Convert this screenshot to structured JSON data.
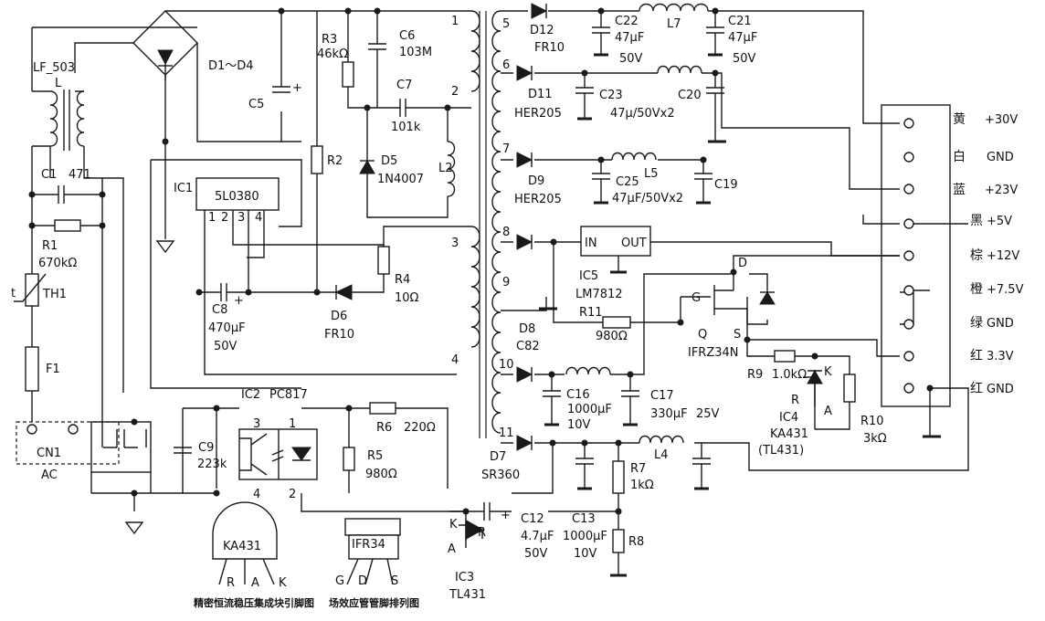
{
  "components": {
    "lf503": "LF_503",
    "lf503_coil": "L",
    "bridge": "D1～D4",
    "c5": "C5",
    "r3": "R3",
    "r3_val": "46kΩ",
    "c6": "C6",
    "c6_val": "103M",
    "c7": "C7",
    "c7_val": "101k",
    "r2": "R2",
    "d5": "D5",
    "d5_val": "1N4007",
    "l2": "L2",
    "ic1": "IC1",
    "ic1_part": "5L0380",
    "ic1_pins": [
      "1",
      "2",
      "3",
      "4"
    ],
    "c1": "C1",
    "c1_val": "471",
    "r1": "R1",
    "r1_val": "670kΩ",
    "th1_t": "t",
    "th1": "TH1",
    "f1": "F1",
    "cn1": "CN1",
    "ac": "AC",
    "c8": "C8",
    "c8_val": "470μF",
    "c8_volt": "50V",
    "d6": "D6",
    "d6_val": "FR10",
    "r4": "R4",
    "r4_val": "10Ω",
    "ic2": "IC2",
    "ic2_part": "PC817",
    "ic2_pin3": "3",
    "ic2_pin1": "1",
    "ic2_pin4": "4",
    "ic2_pin2": "2",
    "c9": "C9",
    "c9_val": "223k",
    "r6": "R6",
    "r6_val": "220Ω",
    "r5": "R5",
    "r5_val": "980Ω",
    "d12": "D12",
    "d12_val": "FR10",
    "c22": "C22",
    "c22_val": "47μF",
    "c22_volt": "50V",
    "l7": "L7",
    "c21": "C21",
    "c21_val": "47μF",
    "c21_volt": "50V",
    "d11": "D11",
    "d11_val": "HER205",
    "c23": "C23",
    "c23_val": "47μ/50Vx2",
    "c20": "C20",
    "d9": "D9",
    "d9_val": "HER205",
    "c25": "C25",
    "c25_val": "47μF/50Vx2",
    "l5": "L5",
    "c19": "C19",
    "ic5": "IC5",
    "ic5_part": "LM7812",
    "ic5_in": "IN",
    "ic5_out": "OUT",
    "r11": "R11",
    "r11_val": "980Ω",
    "d8": "D8",
    "d8_val": "C82",
    "q_d": "D",
    "q_g": "G",
    "q_s": "S",
    "q": "Q",
    "q_part": "IFRZ34N",
    "r9": "R9",
    "r9_val": "1.0kΩ",
    "ic4_k": "K",
    "ic4_r": "R",
    "ic4_a": "A",
    "ic4": "IC4",
    "ic4_part": "KA431",
    "ic4_alt": "(TL431)",
    "r10": "R10",
    "r10_val": "3kΩ",
    "c16": "C16",
    "c16_val": "1000μF",
    "c16_volt": "10V",
    "c17": "C17",
    "c17_val": "330μF",
    "c17_volt": "25V",
    "d7": "D7",
    "d7_val": "SR360",
    "l4": "L4",
    "r7": "R7",
    "r7_val": "1kΩ",
    "c12": "C12",
    "c12_val": "4.7μF",
    "c12_volt": "50V",
    "c13": "C13",
    "c13_val": "1000μF",
    "c13_volt": "10V",
    "r8": "R8",
    "ic3_k": "K",
    "ic3_r": "R",
    "ic3_a": "A",
    "ic3": "IC3",
    "ic3_part": "TL431",
    "plus": "+"
  },
  "transformer_pins": [
    "1",
    "2",
    "3",
    "4",
    "5",
    "6",
    "7",
    "8",
    "9",
    "10",
    "11"
  ],
  "connector": [
    {
      "color": "黄",
      "signal": "+30V"
    },
    {
      "color": "白",
      "signal": "GND"
    },
    {
      "color": "蓝",
      "signal": "+23V"
    },
    {
      "color": "黑",
      "signal": "+5V"
    },
    {
      "color": "棕",
      "signal": "+12V"
    },
    {
      "color": "橙",
      "signal": "+7.5V"
    },
    {
      "color": "绿",
      "signal": "GND"
    },
    {
      "color": "红",
      "signal": "3.3V"
    },
    {
      "color": "红",
      "signal": "GND"
    }
  ],
  "pinouts": {
    "ka431_label": "KA431",
    "ka431_pins": [
      "R",
      "A",
      "K"
    ],
    "ka431_caption": "精密恒流稳压集成块引脚图",
    "ifr34_label": "IFR34",
    "ifr34_pins": [
      "G",
      "D",
      "S"
    ],
    "ifr34_caption": "场效应管管脚排列图"
  }
}
